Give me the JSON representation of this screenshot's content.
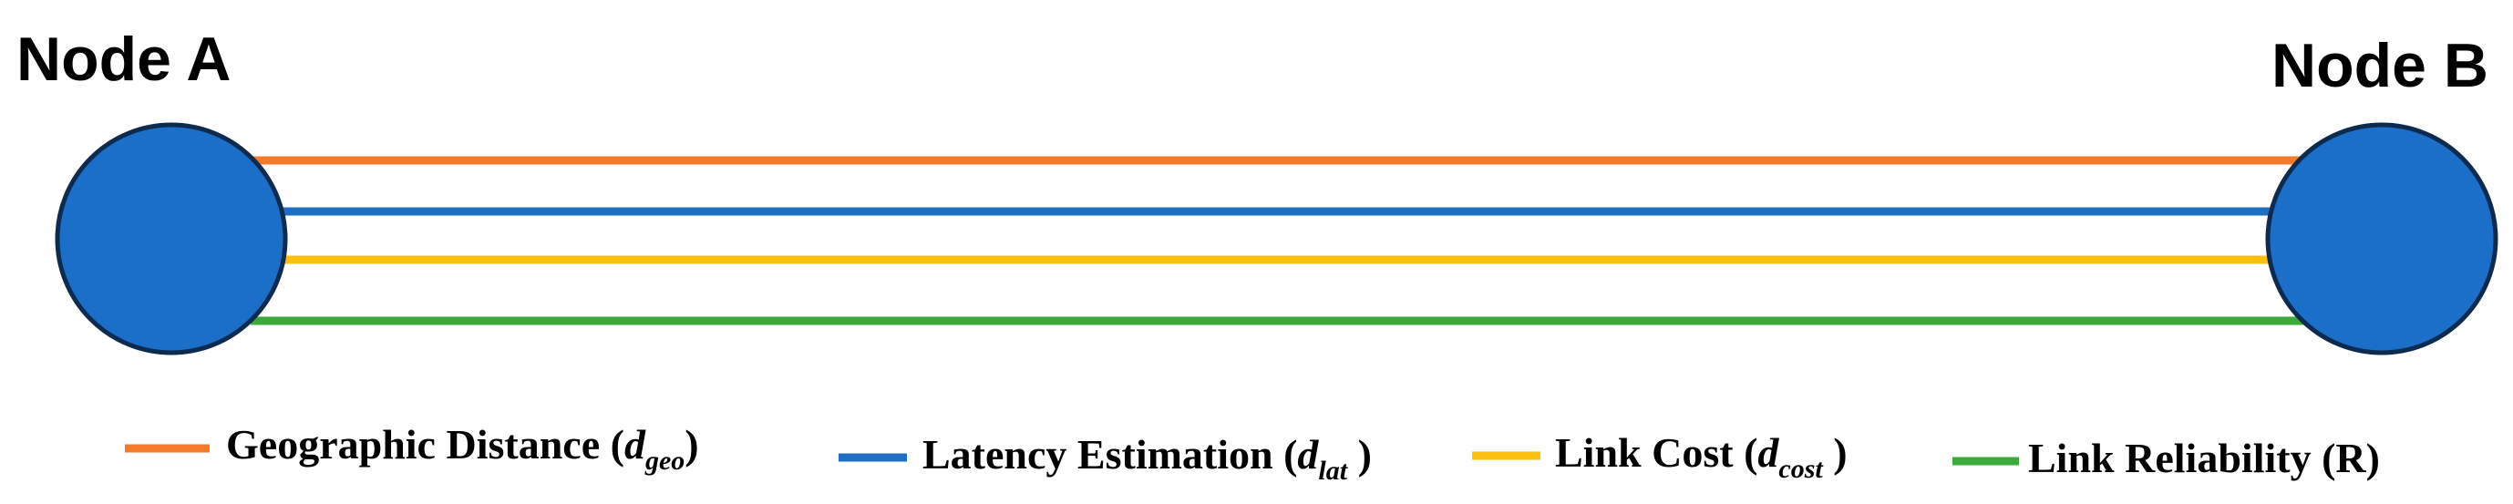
{
  "nodes": {
    "a": {
      "label": "Node A"
    },
    "b": {
      "label": "Node B"
    }
  },
  "node_fill": "#1B6FC8",
  "node_stroke": "#0D2A4F",
  "links": [
    {
      "key": "geo",
      "color": "#F47B2A"
    },
    {
      "key": "lat",
      "color": "#1E6FC4"
    },
    {
      "key": "cost",
      "color": "#F9C012"
    },
    {
      "key": "rel",
      "color": "#3BAA3A"
    }
  ],
  "legend": {
    "geo": {
      "text": "Geographic Distance (",
      "var": "d",
      "sub": "geo",
      "close": ")"
    },
    "lat": {
      "text": "Latency Estimation (",
      "var": "d",
      "sub": "lat",
      "close": " )"
    },
    "cost": {
      "text": "Link Cost (",
      "var": "d",
      "sub": "cost",
      "close": " )"
    },
    "rel": {
      "text": "Link Reliability (R)"
    }
  }
}
